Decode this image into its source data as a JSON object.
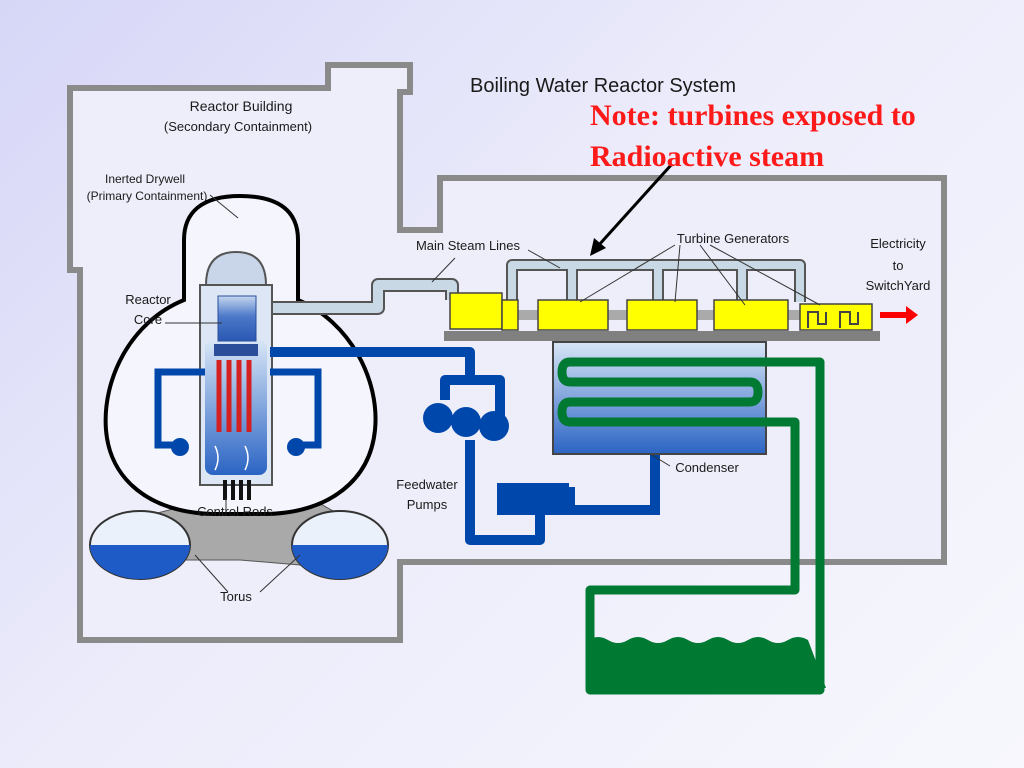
{
  "title": "Boiling Water Reactor System",
  "note": {
    "line1": "Note: turbines exposed to",
    "line2": "Radioactive steam"
  },
  "labels": {
    "reactor_building": "Reactor Building",
    "secondary_containment": "(Secondary Containment)",
    "inerted_drywell": "Inerted Drywell",
    "primary_containment": "(Primary Containment)",
    "reactor": "Reactor",
    "core": "Core",
    "control_rods": "Control Rods",
    "torus": "Torus",
    "main_steam_lines": "Main Steam Lines",
    "turbine_generators": "Turbine Generators",
    "electricity": "Electricity",
    "to": "to",
    "switchyard": "SwitchYard",
    "feedwater": "Feedwater",
    "pumps": "Pumps",
    "condenser": "Condenser"
  },
  "colors": {
    "building": "#8a8a8a",
    "steam_line": "#c8d8e4",
    "turbine": "#ffff00",
    "feedwater_pipe": "#0047ab",
    "cooling_pipe": "#007a33",
    "control_rod": "#d42020",
    "note": "#ff1a1a",
    "arrow": "#ff0000"
  }
}
